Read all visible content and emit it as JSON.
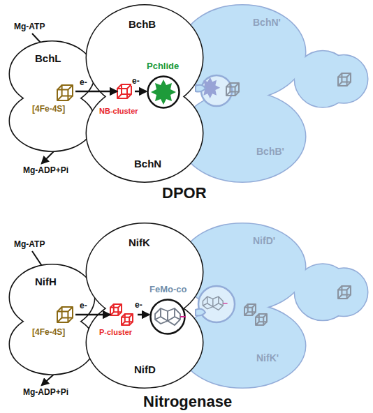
{
  "diagram": {
    "nodes": [
      {
        "text": [
          "BchL",
          "[4Fe-4S]"
        ]
      },
      {
        "text": [
          "BchB",
          "NB-cluster",
          "BchN"
        ]
      },
      {
        "text": [
          "Pchlide"
        ],
        "in": 1
      },
      {
        "text": [
          "BchN'",
          "BchB'"
        ]
      },
      {
        "text": [
          "NifH",
          "[4Fe-4S]"
        ]
      },
      {
        "text": [
          "NifK",
          "P-cluster",
          "NifD"
        ]
      },
      {
        "text": [
          "FeMo-co"
        ],
        "in": 5
      },
      {
        "text": [
          "NifD'",
          "NifK'"
        ]
      }
    ],
    "edges": [
      {
        "from": 0,
        "to": 1,
        "label": "e-",
        "arrow": "to"
      },
      {
        "from": 1,
        "to": 2,
        "label": "e-",
        "arrow": "to"
      },
      {
        "from": 4,
        "to": 5,
        "label": "e-",
        "arrow": "to"
      },
      {
        "from": 5,
        "to": 6,
        "label": "e-",
        "arrow": "to"
      }
    ],
    "labels": [
      "Mg-ATP",
      "Mg-ADP+Pi",
      "DPOR",
      "Mg-ATP",
      "Mg-ADP+Pi",
      "Nitrogenase"
    ]
  }
}
